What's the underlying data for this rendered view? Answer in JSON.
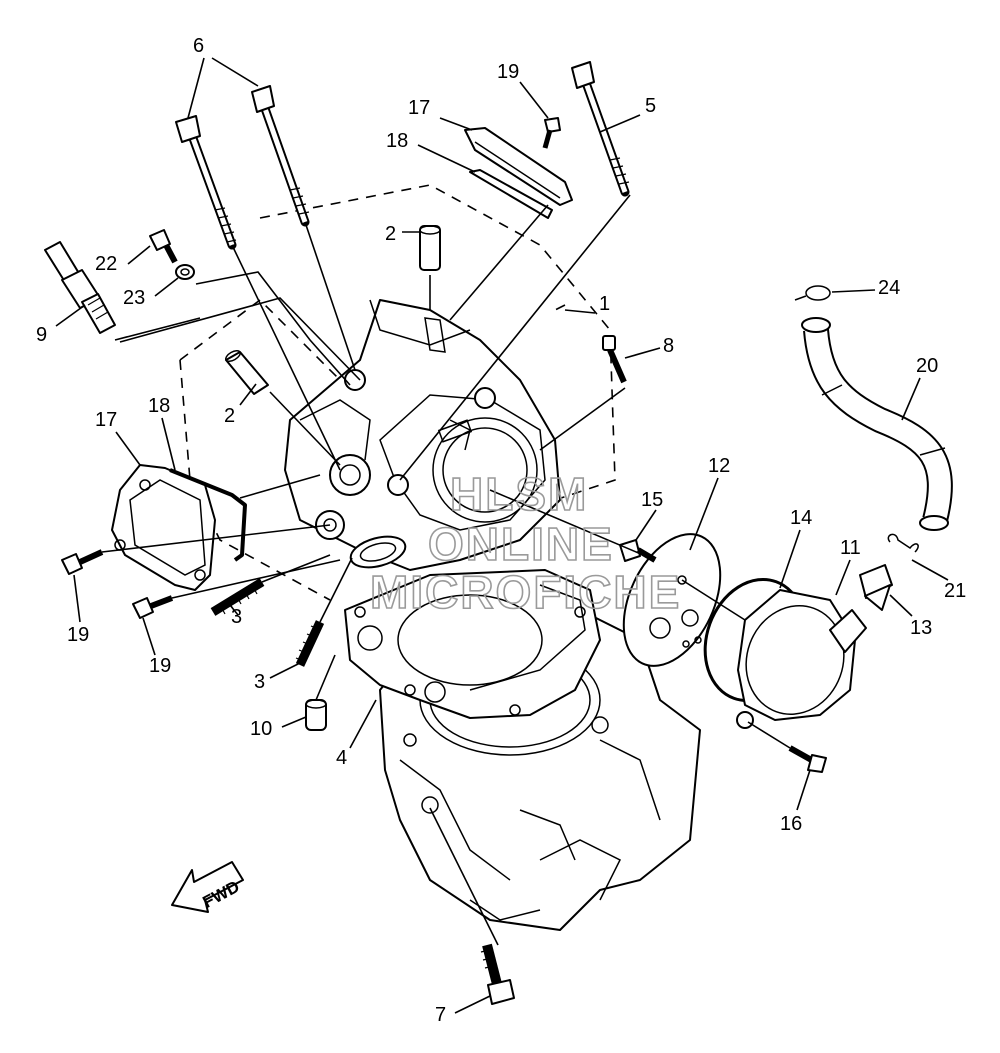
{
  "diagram": {
    "callouts": [
      {
        "id": "c6",
        "text": "6"
      },
      {
        "id": "c19a",
        "text": "19"
      },
      {
        "id": "c17a",
        "text": "17"
      },
      {
        "id": "c18a",
        "text": "18"
      },
      {
        "id": "c5",
        "text": "5"
      },
      {
        "id": "c22",
        "text": "22"
      },
      {
        "id": "c2a",
        "text": "2"
      },
      {
        "id": "c23",
        "text": "23"
      },
      {
        "id": "c9",
        "text": "9"
      },
      {
        "id": "c1",
        "text": "1"
      },
      {
        "id": "c24",
        "text": "24"
      },
      {
        "id": "c8",
        "text": "8"
      },
      {
        "id": "c17b",
        "text": "17"
      },
      {
        "id": "c18b",
        "text": "18"
      },
      {
        "id": "c2b",
        "text": "2"
      },
      {
        "id": "c20",
        "text": "20"
      },
      {
        "id": "c12",
        "text": "12"
      },
      {
        "id": "c15",
        "text": "15"
      },
      {
        "id": "c14",
        "text": "14"
      },
      {
        "id": "c11",
        "text": "11"
      },
      {
        "id": "c21",
        "text": "21"
      },
      {
        "id": "c13",
        "text": "13"
      },
      {
        "id": "c19b",
        "text": "19"
      },
      {
        "id": "c3a",
        "text": "3"
      },
      {
        "id": "c19c",
        "text": "19"
      },
      {
        "id": "c3b",
        "text": "3"
      },
      {
        "id": "c10",
        "text": "10"
      },
      {
        "id": "c4",
        "text": "4"
      },
      {
        "id": "c16",
        "text": "16"
      },
      {
        "id": "c7",
        "text": "7"
      }
    ],
    "direction_label": "FWD",
    "watermark": [
      "HLSM",
      "ONLINE",
      "MICROFICHE"
    ]
  }
}
